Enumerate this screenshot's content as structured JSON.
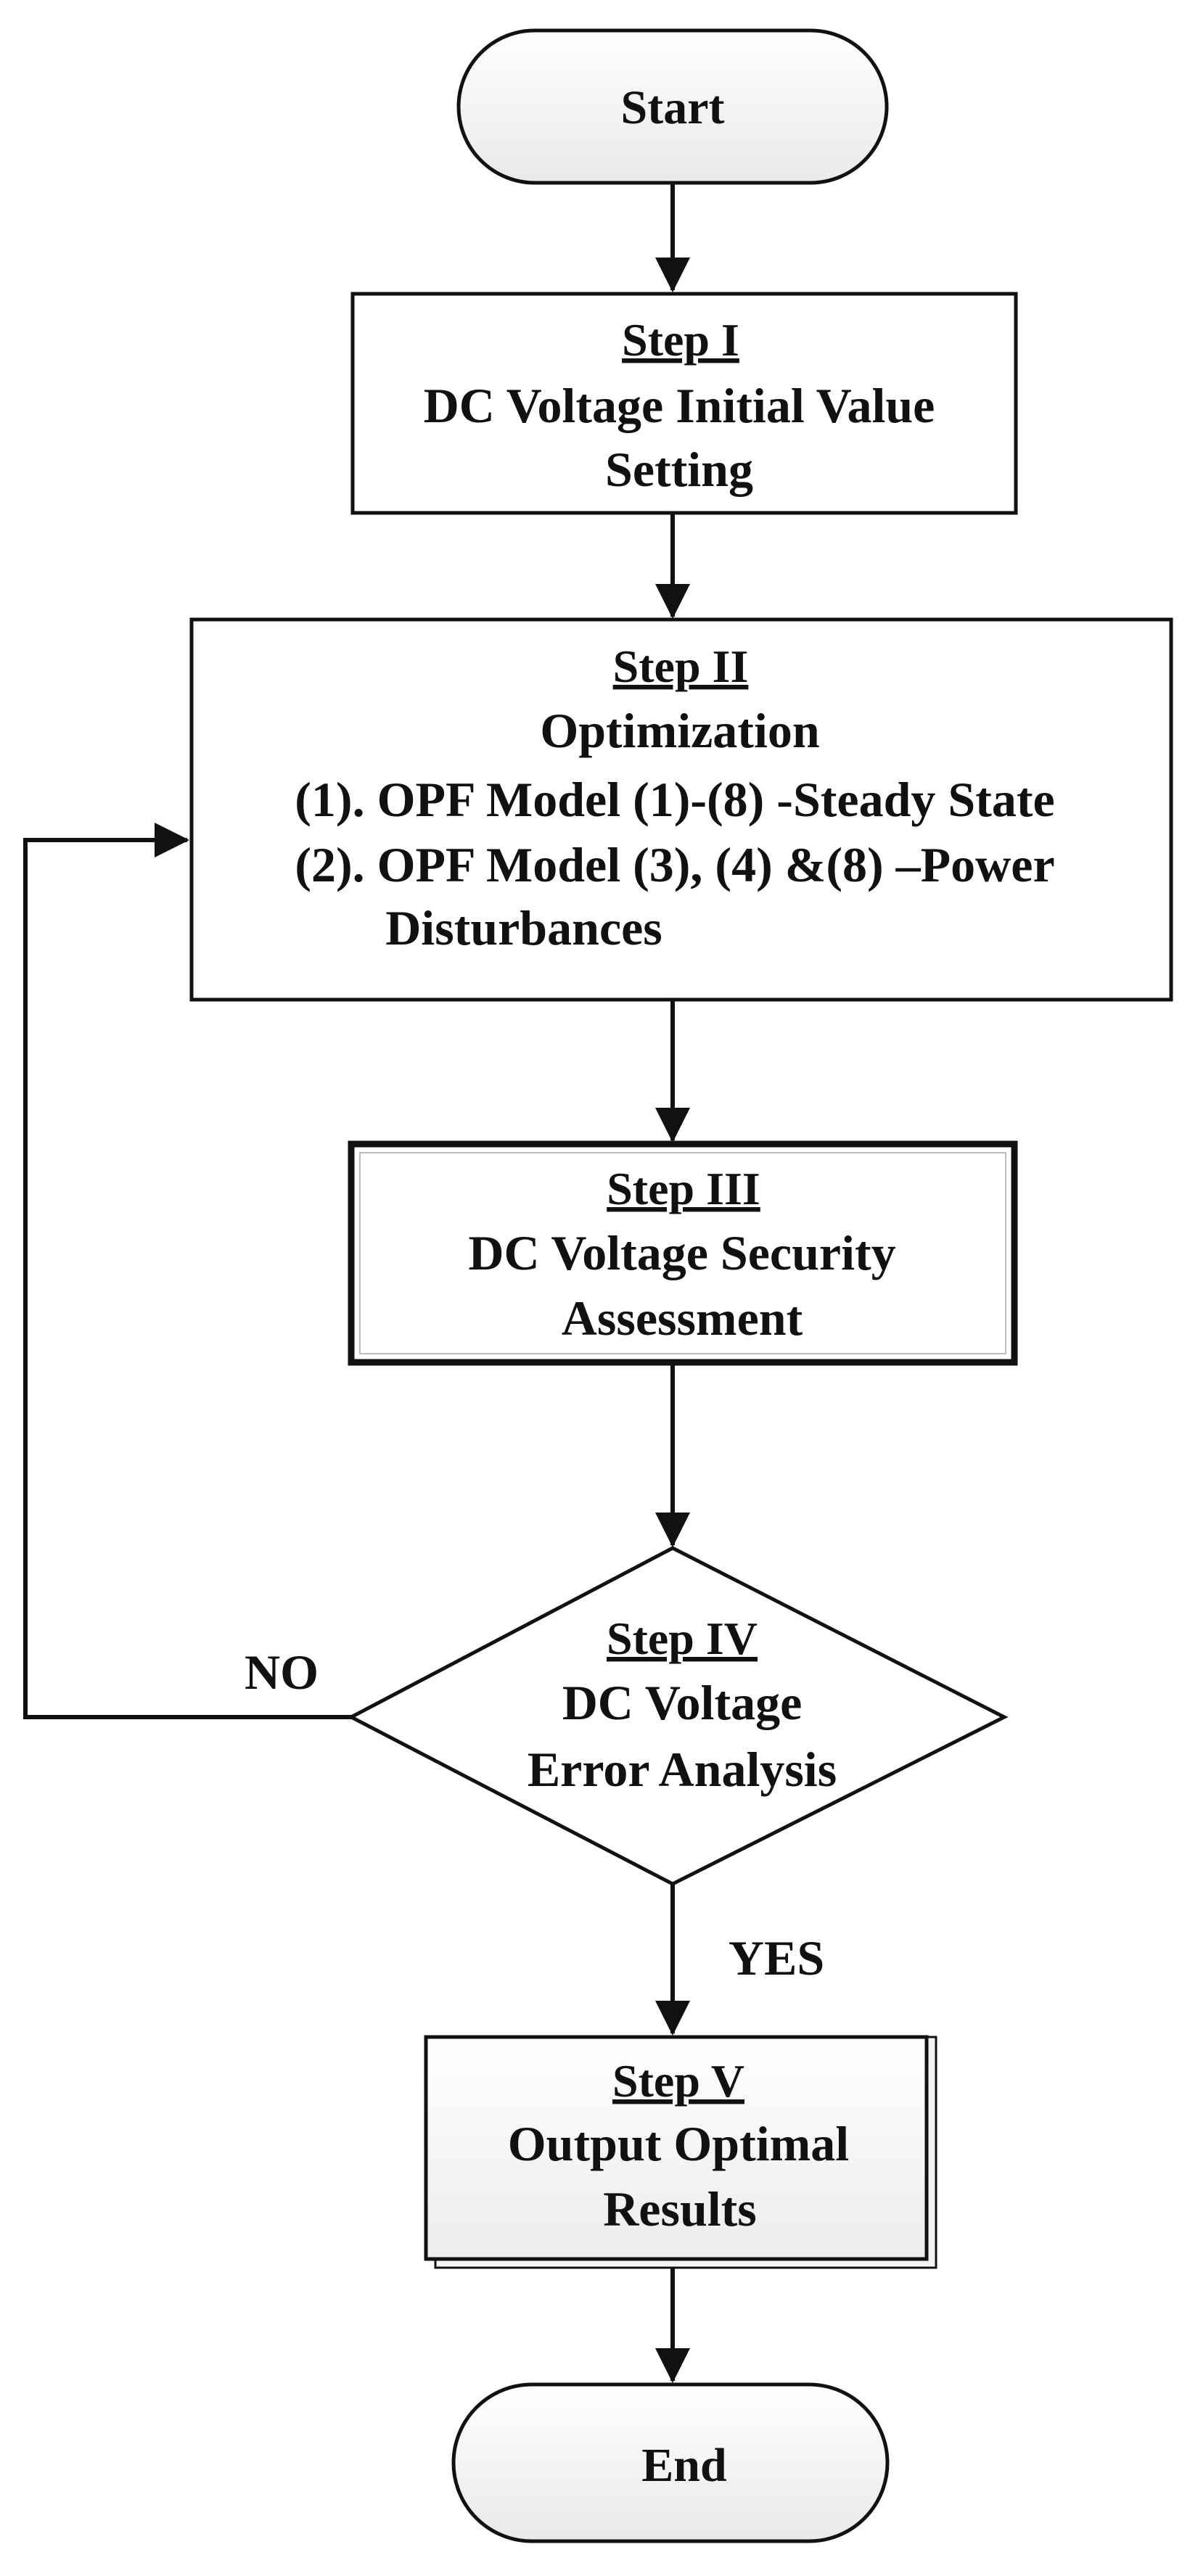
{
  "start": {
    "label": "Start"
  },
  "step1": {
    "heading": "Step I",
    "lines": [
      "DC Voltage Initial Value",
      "Setting"
    ]
  },
  "step2": {
    "heading": "Step II",
    "lines": [
      "Optimization",
      "(1). OPF Model (1)-(8) -Steady State",
      "(2). OPF Model (3), (4) &(8) –Power",
      "Disturbances"
    ]
  },
  "step3": {
    "heading": "Step III",
    "lines": [
      "DC Voltage Security",
      "Assessment"
    ]
  },
  "step4": {
    "heading": "Step IV",
    "lines": [
      "DC Voltage",
      "Error Analysis"
    ]
  },
  "step5": {
    "heading": "Step V",
    "lines": [
      "Output Optimal",
      "Results"
    ]
  },
  "end": {
    "label": "End"
  },
  "branch": {
    "no": "NO",
    "yes": "YES"
  }
}
